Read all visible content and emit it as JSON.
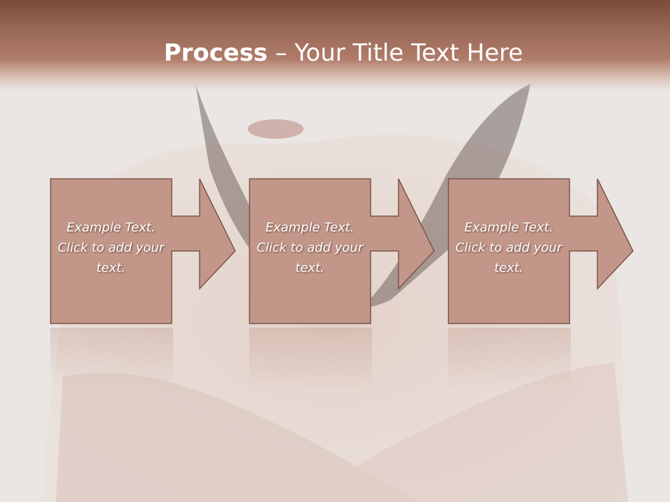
{
  "slide": {
    "title_bold": "Process",
    "title_rest": " – Your Title Text Here"
  },
  "steps": [
    {
      "text": "Example Text. Click  to add your text."
    },
    {
      "text": "Example Text. Click  to add your text."
    },
    {
      "text": "Example Text. Click  to add your text."
    }
  ],
  "colors": {
    "banner": "#9b6a58",
    "box_fill": "#c2978a",
    "box_border": "#7a5448",
    "text": "#ffffff"
  }
}
